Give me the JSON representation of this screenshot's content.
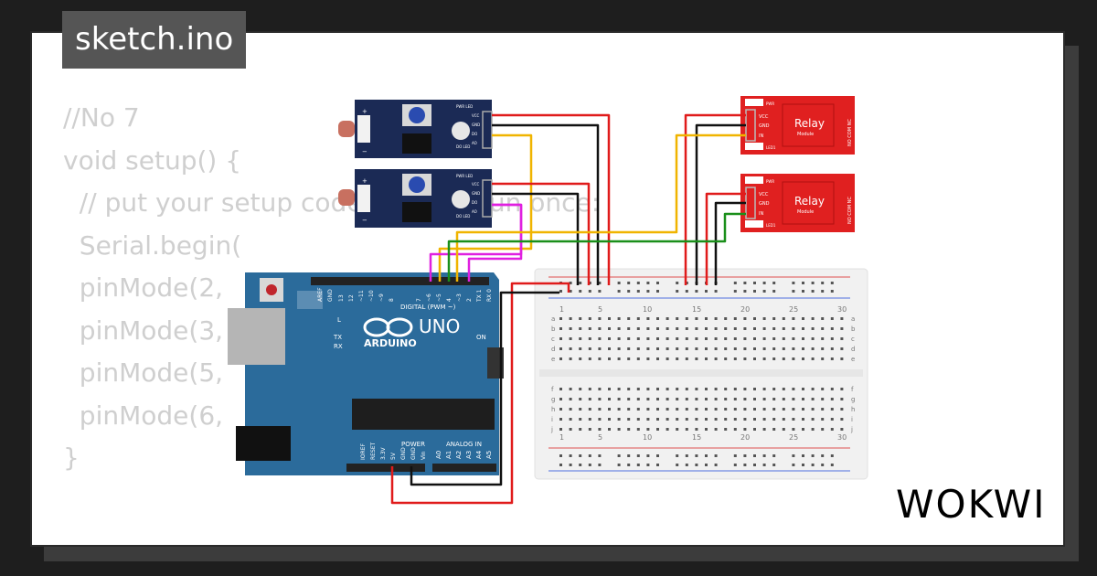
{
  "file_tab": {
    "name": "sketch.ino"
  },
  "code_lines": [
    "//No 7",
    "",
    "void setup() {",
    "  // put your setup code here, to run once:",
    "  Serial.begin(",
    "  pinMode(2,",
    "  pinMode(3,",
    "  pinMode(5,",
    "  pinMode(6,",
    "}"
  ],
  "brand": {
    "logo": "WOKWI"
  },
  "arduino": {
    "brand": "ARDUINO",
    "model": "UNO",
    "digital_label": "DIGITAL (PWM ~)",
    "power_label": "POWER",
    "analog_label": "ANALOG IN",
    "on_label": "ON",
    "l_label": "L",
    "tx_label": "TX",
    "rx_label": "RX",
    "digital_pins": [
      "AREF",
      "GND",
      "13",
      "12",
      "~11",
      "~10",
      "~9",
      "8",
      "7",
      "~6",
      "~5",
      "4",
      "~3",
      "2",
      "TX 1",
      "RX 0"
    ],
    "power_pins": [
      "IOREF",
      "RESET",
      "3.3V",
      "5V",
      "GND",
      "GND",
      "Vin"
    ],
    "analog_pins": [
      "A0",
      "A1",
      "A2",
      "A3",
      "A4",
      "A5"
    ]
  },
  "sensor_module": {
    "pins": [
      "VCC",
      "GND",
      "DO",
      "AO"
    ],
    "pwr_led": "PWR LED",
    "do_led": "DO LED",
    "plus": "+",
    "minus": "−"
  },
  "relay_module": {
    "title": "Relay",
    "subtitle": "Module",
    "pins": [
      "VCC",
      "GND",
      "IN"
    ],
    "pwr": "PWR",
    "led1": "LED1",
    "contacts": "NO COM NC"
  },
  "breadboard": {
    "column_numbers": [
      "1",
      "5",
      "10",
      "15",
      "20",
      "25",
      "30"
    ],
    "rows_top": [
      "a",
      "b",
      "c",
      "d",
      "e"
    ],
    "rows_bottom": [
      "f",
      "g",
      "h",
      "i",
      "j"
    ]
  },
  "colors": {
    "board": "#2b6b9b",
    "sensor": "#1b2a55",
    "relay": "#e02020",
    "wire_red": "#e01b1b",
    "wire_black": "#111111",
    "wire_yellow": "#f0b400",
    "wire_green": "#1a8f1a",
    "wire_magenta": "#e020e0"
  }
}
